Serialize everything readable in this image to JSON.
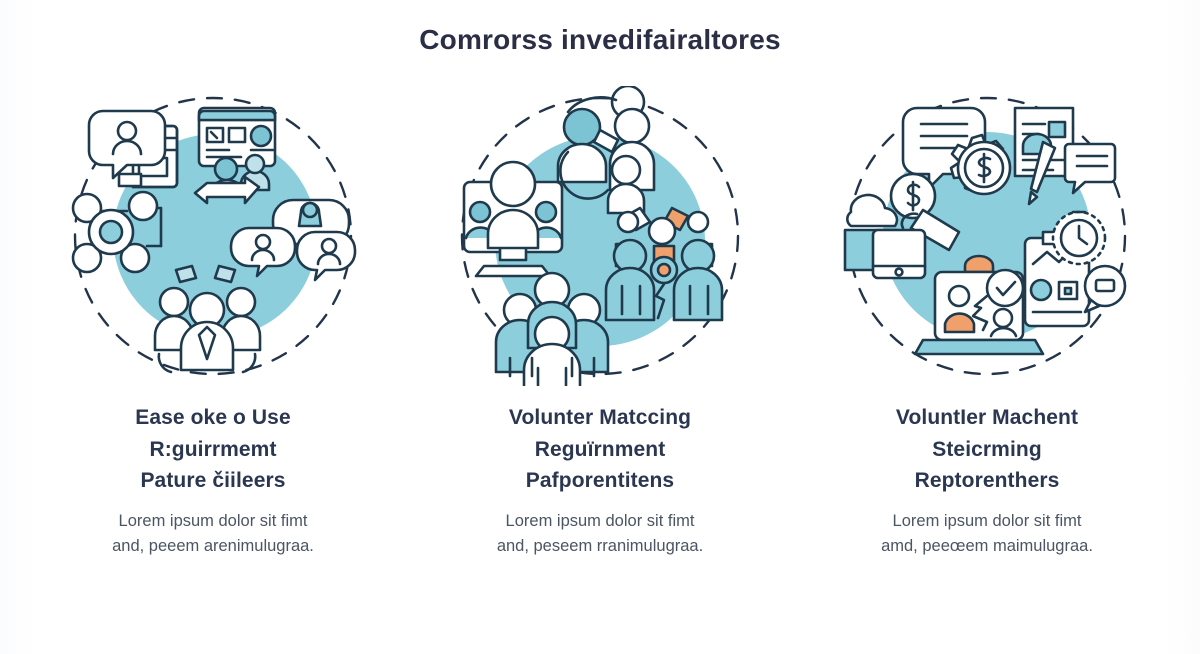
{
  "header": {
    "title": "Comrorss invedifairaltores"
  },
  "theme": {
    "background": "#ffffff",
    "title_color": "#2b2f45",
    "heading_color": "#2b3650",
    "body_color": "#4b5563",
    "teal_fill": "#8dcedc",
    "teal_light": "#bfe2ea",
    "teal_mid": "#7cc3d4",
    "stroke_navy": "#1f3a4d",
    "stroke_dark": "#23344a",
    "orange_accent": "#f0a06a",
    "white": "#ffffff"
  },
  "columns": [
    {
      "id": "ease-of-use",
      "illustration": {
        "name": "collaboration-network-illustration",
        "dashed_ring": true,
        "elements": [
          "speech-bubble-avatar-icon",
          "document-stack-icon",
          "presentation-screen-icon",
          "exchange-arrows-icon",
          "network-hub-icon",
          "speech-bubble-cluster-icon",
          "people-group-icon"
        ]
      },
      "heading_lines": [
        "Ease oke o Use",
        "R:guirrmemt",
        "Pature čiileers"
      ],
      "body_lines": [
        "Lorem ipsum dolor sit fimt",
        "and, peeem arenimulugraa."
      ]
    },
    {
      "id": "volunter-matccing",
      "illustration": {
        "name": "volunteer-matching-illustration",
        "dashed_ring": true,
        "elements": [
          "monitor-team-icon",
          "handshake-people-icon",
          "video-call-group-icon",
          "crowd-group-icon"
        ]
      },
      "heading_lines": [
        "Volunter Matccing",
        "Reguïrnment",
        "Pafporentitens"
      ],
      "body_lines": [
        "Lorem ipsum dolor sit fimt",
        "and, peseem rranimulugraa."
      ]
    },
    {
      "id": "volunter-machent",
      "illustration": {
        "name": "reporting-tools-illustration",
        "dashed_ring": true,
        "elements": [
          "speech-bubble-lines-icon",
          "dollar-gear-icon",
          "document-pen-icon",
          "coin-hand-icon",
          "tablet-person-icon",
          "clipboard-chart-icon",
          "stopwatch-icon",
          "laptop-checkmark-icon",
          "chat-bubble-icon"
        ]
      },
      "heading_lines": [
        "VoluntƖer Machent",
        "Steicrming",
        "Reptorenthers"
      ],
      "body_lines": [
        "Lorem ipsum dolor sit fimt",
        "amd, peeœem maimulugraa."
      ]
    }
  ]
}
